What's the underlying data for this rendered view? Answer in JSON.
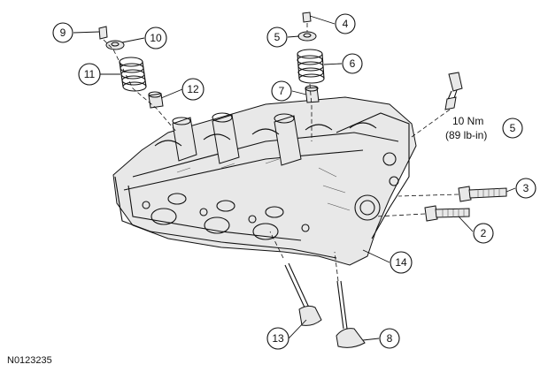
{
  "callouts": [
    {
      "id": "c9",
      "label": "9"
    },
    {
      "id": "c10",
      "label": "10"
    },
    {
      "id": "c11",
      "label": "11"
    },
    {
      "id": "c12",
      "label": "12"
    },
    {
      "id": "c4",
      "label": "4"
    },
    {
      "id": "c5a",
      "label": "5"
    },
    {
      "id": "c6",
      "label": "6"
    },
    {
      "id": "c7",
      "label": "7"
    },
    {
      "id": "c5b",
      "label": "5"
    },
    {
      "id": "c3",
      "label": "3"
    },
    {
      "id": "c2",
      "label": "2"
    },
    {
      "id": "c14",
      "label": "14"
    },
    {
      "id": "c13",
      "label": "13"
    },
    {
      "id": "c8",
      "label": "8"
    }
  ],
  "torque": {
    "metric": "10 Nm",
    "imperial": "(89 lb-in)"
  },
  "document_id": "N0123235"
}
